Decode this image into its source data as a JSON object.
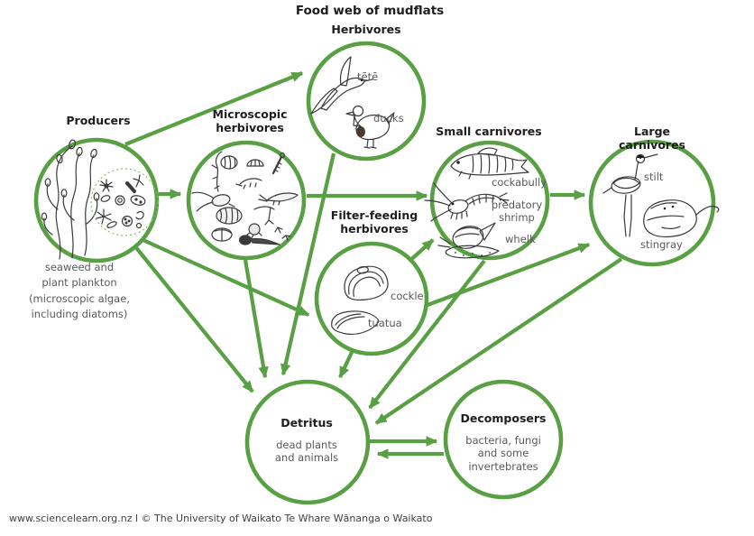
{
  "title": "Food web of mudflats",
  "colors": {
    "green": "#59a044",
    "heading_black": "#1e1e1e",
    "label_gray": "#58595b",
    "footer_gray": "#3f3f3f",
    "background": "#ffffff"
  },
  "nodes": {
    "producers": {
      "label": "Producers",
      "caption": "seaweed and\nplant plankton\n(microscopic algae,\nincluding diatoms)"
    },
    "microscopic_herbivores": {
      "label": "Microscopic\nherbivores"
    },
    "herbivores": {
      "label": "Herbivores",
      "items": {
        "tete": "tētē",
        "ducks": "ducks"
      }
    },
    "filter_feeding_herbivores": {
      "label": "Filter-feeding\nherbivores",
      "items": {
        "cockle": "cockle",
        "tuatua": "tuatua"
      }
    },
    "small_carnivores": {
      "label": "Small carnivores",
      "items": {
        "cockabully": "cockabully",
        "predatory_shrimp": "predatory\nshrimp",
        "whelk": "whelk"
      }
    },
    "large_carnivores": {
      "label": "Large carnivores",
      "items": {
        "stilt": "stilt",
        "stingray": "stingray"
      }
    },
    "detritus": {
      "label": "Detritus",
      "caption": "dead plants\nand animals"
    },
    "decomposers": {
      "label": "Decomposers",
      "caption": "bacteria, fungi\nand some\ninvertebrates"
    }
  },
  "edges": [
    {
      "from": "producers",
      "to": "microscopic_herbivores"
    },
    {
      "from": "producers",
      "to": "herbivores"
    },
    {
      "from": "producers",
      "to": "filter_feeding_herbivores"
    },
    {
      "from": "producers",
      "to": "detritus"
    },
    {
      "from": "microscopic_herbivores",
      "to": "small_carnivores"
    },
    {
      "from": "microscopic_herbivores",
      "to": "detritus"
    },
    {
      "from": "herbivores",
      "to": "detritus"
    },
    {
      "from": "filter_feeding_herbivores",
      "to": "small_carnivores"
    },
    {
      "from": "filter_feeding_herbivores",
      "to": "large_carnivores"
    },
    {
      "from": "filter_feeding_herbivores",
      "to": "detritus"
    },
    {
      "from": "small_carnivores",
      "to": "large_carnivores"
    },
    {
      "from": "small_carnivores",
      "to": "detritus"
    },
    {
      "from": "large_carnivores",
      "to": "detritus"
    },
    {
      "from": "detritus",
      "to": "decomposers"
    },
    {
      "from": "decomposers",
      "to": "detritus"
    }
  ],
  "footer": "www.sciencelearn.org.nz l © The University of Waikato Te Whare Wānanga o Waikato"
}
